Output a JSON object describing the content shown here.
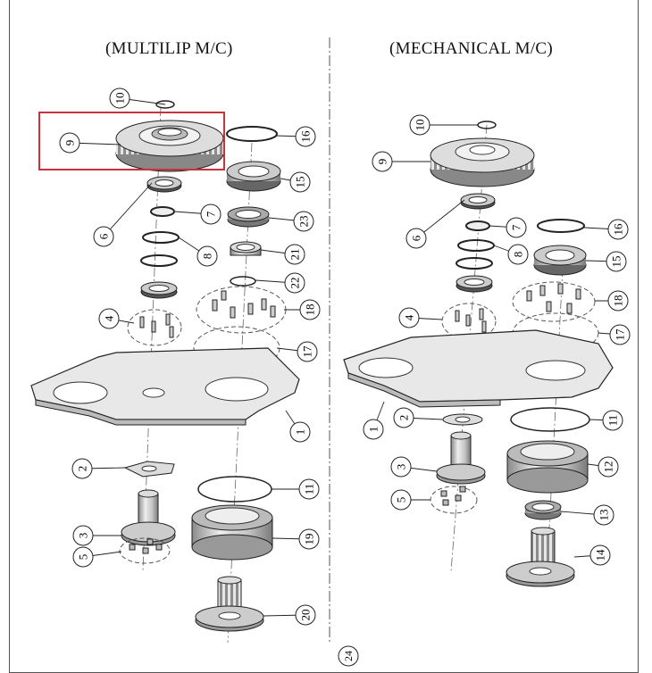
{
  "titles": {
    "left": "(MULTILIP M/C)",
    "right": "(MECHANICAL M/C)"
  },
  "page_number": "24",
  "highlight_color": "#c8323a",
  "left_callouts": [
    "10",
    "9",
    "16",
    "15",
    "6",
    "7",
    "23",
    "8",
    "21",
    "22",
    "18",
    "4",
    "17",
    "1",
    "2",
    "11",
    "3",
    "5",
    "19",
    "20"
  ],
  "right_callouts": [
    "10",
    "9",
    "6",
    "7",
    "16",
    "8",
    "15",
    "18",
    "4",
    "17",
    "2",
    "11",
    "1",
    "3",
    "12",
    "5",
    "13",
    "14"
  ]
}
